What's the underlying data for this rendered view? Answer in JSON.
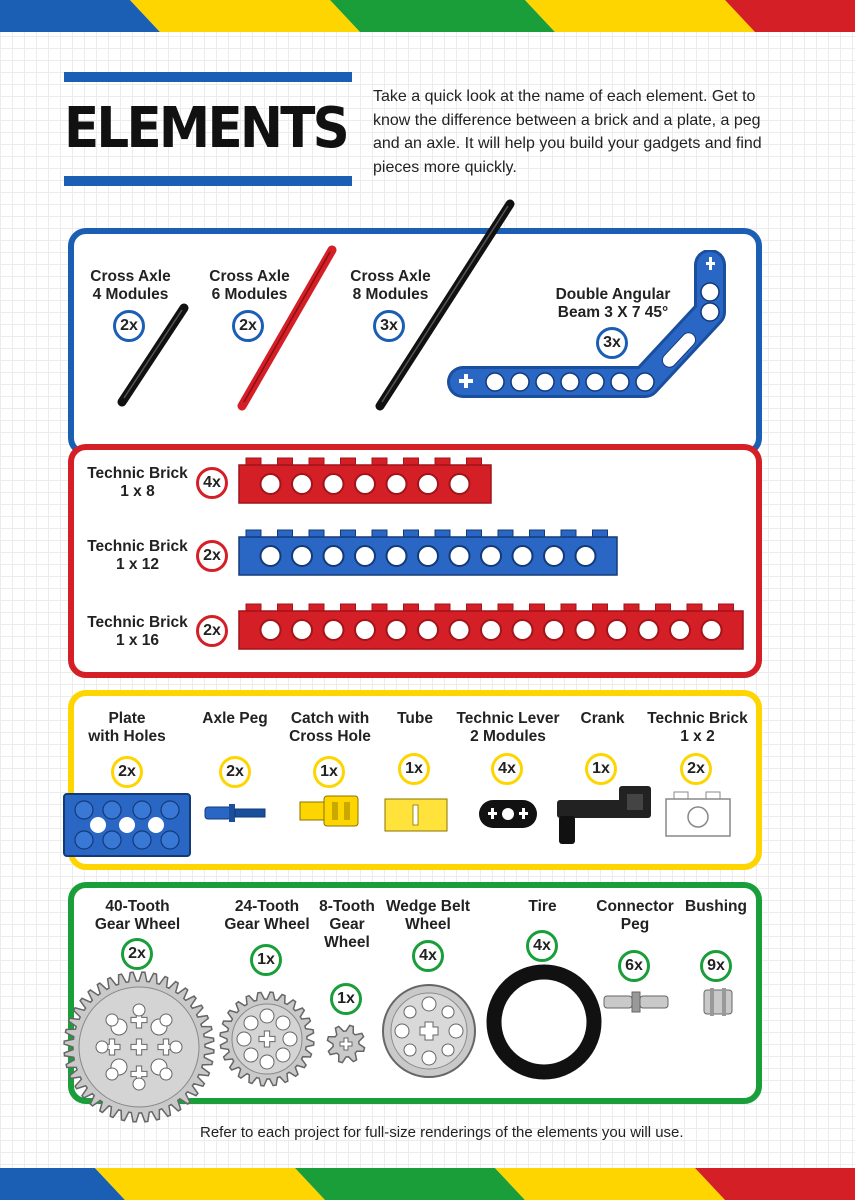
{
  "colors": {
    "blue": "#1a5fb4",
    "red": "#d51f26",
    "yellow": "#ffd500",
    "green": "#1a9e3a",
    "black": "#111111",
    "gray": "#b8b8b8"
  },
  "header": {
    "title": "ELEMENTS",
    "intro": "Take a quick look at the name of each element. Get to know the difference between a brick and a plate, a peg and an axle. It will help you build your gadgets and find pieces more quickly."
  },
  "axles": [
    {
      "name": "Cross Axle\n4 Modules",
      "count": "2x",
      "icon": "black-axle-icon"
    },
    {
      "name": "Cross Axle\n6 Modules",
      "count": "2x",
      "icon": "red-axle-icon"
    },
    {
      "name": "Cross Axle\n8 Modules",
      "count": "3x",
      "icon": "long-black-axle-icon"
    },
    {
      "name": "Double Angular\nBeam 3 X 7 45°",
      "count": "3x",
      "icon": "angular-beam-icon"
    }
  ],
  "bricks": [
    {
      "name": "Technic Brick\n1 x 8",
      "count": "4x",
      "holes": 7
    },
    {
      "name": "Technic Brick\n1 x 12",
      "count": "2x",
      "holes": 11
    },
    {
      "name": "Technic Brick\n1 x 16",
      "count": "2x",
      "holes": 15
    }
  ],
  "small_parts": [
    {
      "name": "Plate\nwith Holes",
      "count": "2x",
      "icon": "plate-with-holes-icon"
    },
    {
      "name": "Axle Peg",
      "count": "2x",
      "icon": "axle-peg-icon"
    },
    {
      "name": "Catch with\nCross Hole",
      "count": "1x",
      "icon": "catch-icon"
    },
    {
      "name": "Tube",
      "count": "1x",
      "icon": "tube-icon"
    },
    {
      "name": "Technic Lever\n2 Modules",
      "count": "4x",
      "icon": "lever-icon"
    },
    {
      "name": "Crank",
      "count": "1x",
      "icon": "crank-icon"
    },
    {
      "name": "Technic Brick\n1 x 2",
      "count": "2x",
      "icon": "brick-1x2-icon"
    }
  ],
  "gears": [
    {
      "name": "40-Tooth\nGear Wheel",
      "count": "2x",
      "icon": "gear-40-icon"
    },
    {
      "name": "24-Tooth\nGear Wheel",
      "count": "1x",
      "icon": "gear-24-icon"
    },
    {
      "name": "8-Tooth\nGear\nWheel",
      "count": "1x",
      "icon": "gear-8-icon"
    },
    {
      "name": "Wedge Belt\nWheel",
      "count": "4x",
      "icon": "wedge-belt-wheel-icon"
    },
    {
      "name": "Tire",
      "count": "4x",
      "icon": "tire-icon"
    },
    {
      "name": "Connector\nPeg",
      "count": "6x",
      "icon": "connector-peg-icon"
    },
    {
      "name": "Bushing",
      "count": "9x",
      "icon": "bushing-icon"
    }
  ],
  "footer": "Refer to each project for full-size renderings of the elements you will use."
}
